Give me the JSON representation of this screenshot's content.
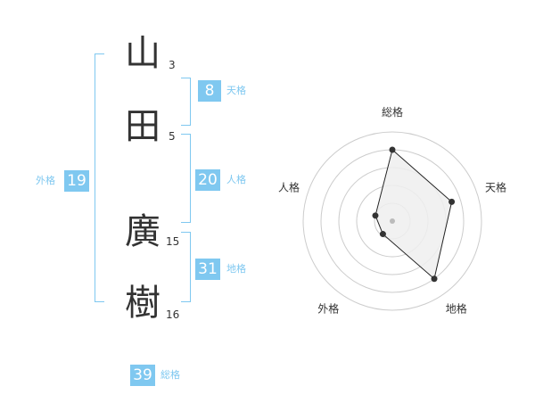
{
  "name": {
    "chars": [
      {
        "char": "山",
        "strokes": "3"
      },
      {
        "char": "田",
        "strokes": "5"
      },
      {
        "char": "廣",
        "strokes": "15"
      },
      {
        "char": "樹",
        "strokes": "16"
      }
    ]
  },
  "kakusu": {
    "tenkaku": {
      "value": "8",
      "label": "天格"
    },
    "jinkaku": {
      "value": "20",
      "label": "人格"
    },
    "chikaku": {
      "value": "31",
      "label": "地格"
    },
    "gaikaku": {
      "value": "19",
      "label": "外格"
    },
    "soukaku": {
      "value": "39",
      "label": "総格"
    }
  },
  "chart_data": {
    "type": "radar",
    "axes": [
      "総格",
      "天格",
      "地格",
      "外格",
      "人格"
    ],
    "values": [
      4,
      3.5,
      4,
      0.9,
      1
    ],
    "rmax": 5,
    "rings": [
      1,
      2,
      3,
      4,
      5
    ],
    "grid": true,
    "colors": {
      "ring": "#cccccc",
      "fill": "#eeeeee",
      "line": "#222222",
      "point": "#333333",
      "center": "#bbbbbb"
    }
  }
}
